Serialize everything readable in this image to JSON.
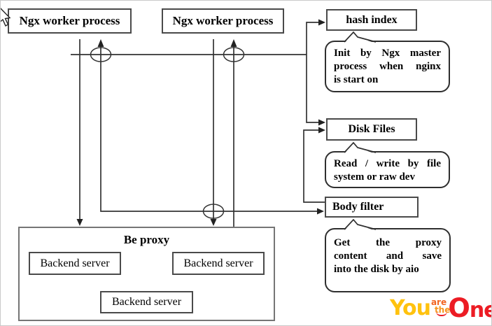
{
  "diagram": {
    "workers": [
      {
        "label": "Ngx worker process"
      },
      {
        "label": "Ngx worker process"
      }
    ],
    "hash_index": {
      "label": "hash index"
    },
    "disk_files": {
      "label": "Disk Files"
    },
    "body_filter": {
      "label": "Body filter"
    },
    "be_proxy": {
      "label": "Be proxy"
    },
    "backend_servers": [
      {
        "label": "Backend server"
      },
      {
        "label": "Backend server"
      },
      {
        "label": "Backend server"
      }
    ],
    "callouts": {
      "hash_note": {
        "lines": [
          "Init by Ngx master",
          "process when nginx",
          "is start on"
        ]
      },
      "disk_note": {
        "lines": [
          "Read / write by file",
          "system or raw dev"
        ]
      },
      "body_note": {
        "lines": [
          "Get the proxy",
          "content and save",
          "into the disk by aio"
        ]
      }
    }
  },
  "logo": {
    "you": "You",
    "are": "are",
    "the": "the",
    "one": "One",
    "colors": {
      "you": "#FFC20E",
      "are": "#F26522",
      "the": "#F7941D",
      "one": "#EC1C24"
    }
  },
  "colors": {
    "line": "#333333",
    "box_border": "#4a4a4a",
    "background": "#ffffff"
  }
}
